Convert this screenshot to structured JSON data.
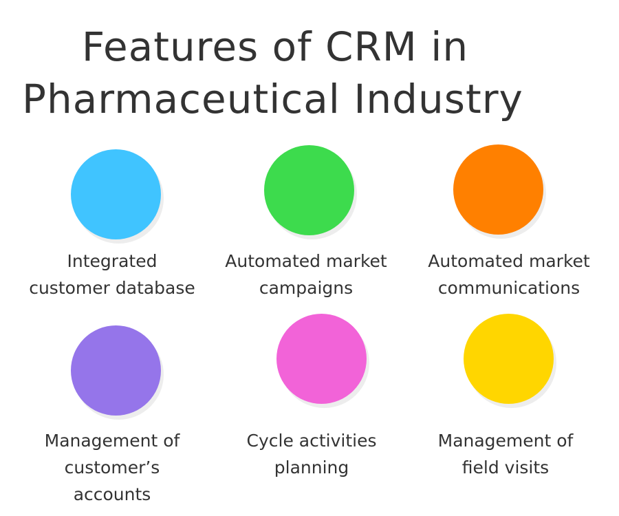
{
  "title": {
    "line1": "Features of CRM in",
    "line2": "Pharmaceutical Industry"
  },
  "features": [
    {
      "label_lines": [
        "Integrated",
        "customer database"
      ],
      "color": "#40C4FF"
    },
    {
      "label_lines": [
        "Automated market",
        "campaigns"
      ],
      "color": "#3DDB4D"
    },
    {
      "label_lines": [
        "Automated market",
        "communications"
      ],
      "color": "#FF8000"
    },
    {
      "label_lines": [
        "Management of",
        "customer’s",
        "accounts"
      ],
      "color": "#9575EA"
    },
    {
      "label_lines": [
        "Cycle activities",
        "planning"
      ],
      "color": "#F263D8"
    },
    {
      "label_lines": [
        "Management of",
        "field visits"
      ],
      "color": "#FFD600"
    }
  ]
}
